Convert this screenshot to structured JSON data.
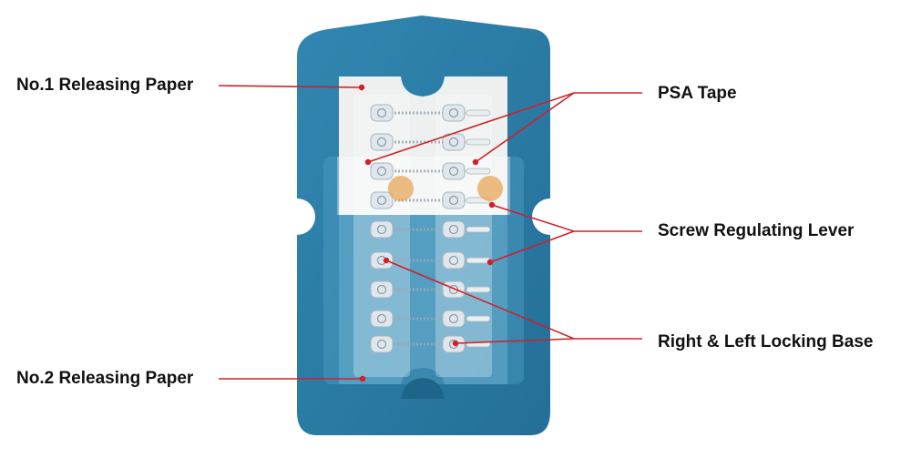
{
  "labels": {
    "no1_releasing_paper": "No.1 Releasing Paper",
    "psa_tape": "PSA Tape",
    "screw_regulating_lever": "Screw Regulating Lever",
    "right_left_locking_base": "Right & Left Locking Base",
    "no2_releasing_paper": "No.2 Releasing Paper"
  },
  "colors": {
    "card_blue": "#2b7ea8",
    "leader_red": "#d0202a",
    "paper_white": "#eef0f0"
  }
}
